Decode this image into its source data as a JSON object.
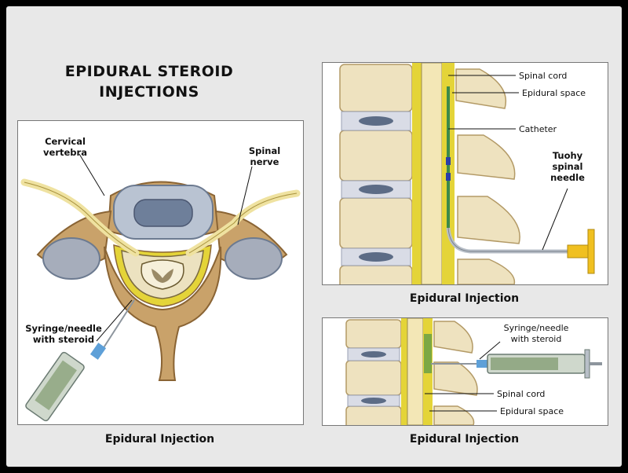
{
  "title": {
    "line1": "EPIDURAL STEROID",
    "line2": "INJECTIONS"
  },
  "panels": {
    "cross_section": {
      "caption": "Epidural Injection",
      "labels": {
        "cervical_vertebra_1": "Cervical",
        "cervical_vertebra_2": "vertebra",
        "spinal_nerve_1": "Spinal",
        "spinal_nerve_2": "nerve",
        "syringe_1": "Syringe/needle",
        "syringe_2": "with steroid"
      }
    },
    "catheter_view": {
      "caption": "Epidural Injection",
      "labels": {
        "spinal_cord": "Spinal cord",
        "epidural_space": "Epidural space",
        "catheter": "Catheter",
        "tuohy_1": "Tuohy",
        "tuohy_2": "spinal",
        "tuohy_3": "needle"
      }
    },
    "syringe_view": {
      "caption": "Epidural Injection",
      "labels": {
        "syringe_1": "Syringe/needle",
        "syringe_2": "with steroid",
        "spinal_cord": "Spinal cord",
        "epidural_space": "Epidural space"
      }
    }
  },
  "colors": {
    "frame": "#e8e8e8",
    "bone": "#c9a26a",
    "bone_dark": "#8a6434",
    "cord": "#f1e6b4",
    "fat": "#e4d438",
    "disc": "#9aa6b8",
    "needle_hub": "#f0c020"
  }
}
